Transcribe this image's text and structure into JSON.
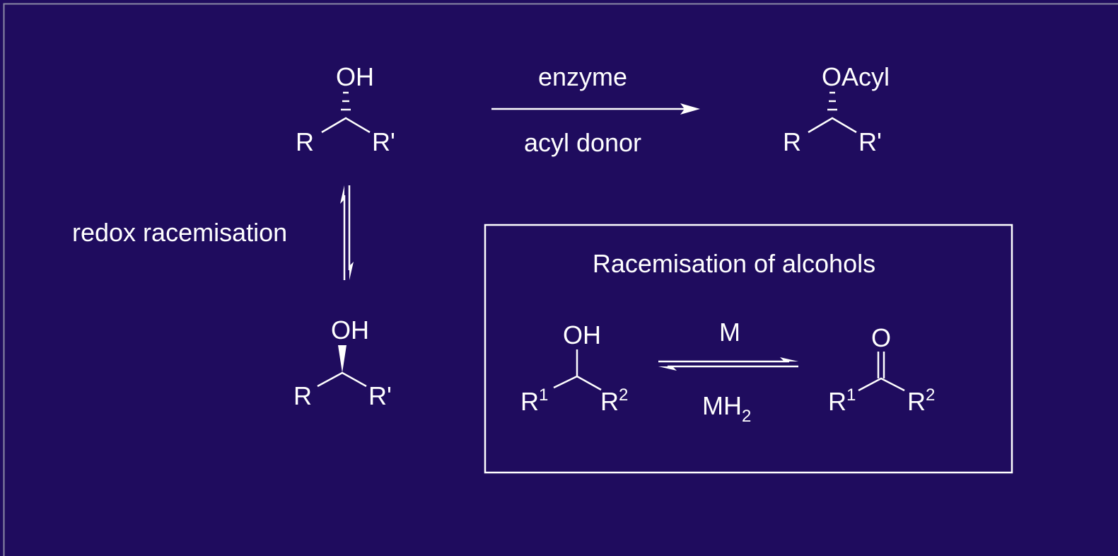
{
  "colors": {
    "background": "#1f0c5e",
    "foreground": "#ffffff",
    "frame": "#8a87a4"
  },
  "top_left": {
    "oh": "OH",
    "r": "R",
    "r_prime": "R'"
  },
  "reaction": {
    "above": "enzyme",
    "below": "acyl donor"
  },
  "top_right": {
    "oacyl": "OAcyl",
    "r": "R",
    "r_prime": "R'"
  },
  "racemisation": {
    "label": "redox racemisation"
  },
  "bottom_left": {
    "oh": "OH",
    "r": "R",
    "r_prime": "R'"
  },
  "box": {
    "title": "Racemisation of alcohols",
    "alcohol_oh": "OH",
    "r": "R",
    "sup1": "1",
    "sup2": "2",
    "metal": "M",
    "metal_hydride_base": "MH",
    "metal_hydride_sub": "2",
    "ketone_o": "O"
  }
}
